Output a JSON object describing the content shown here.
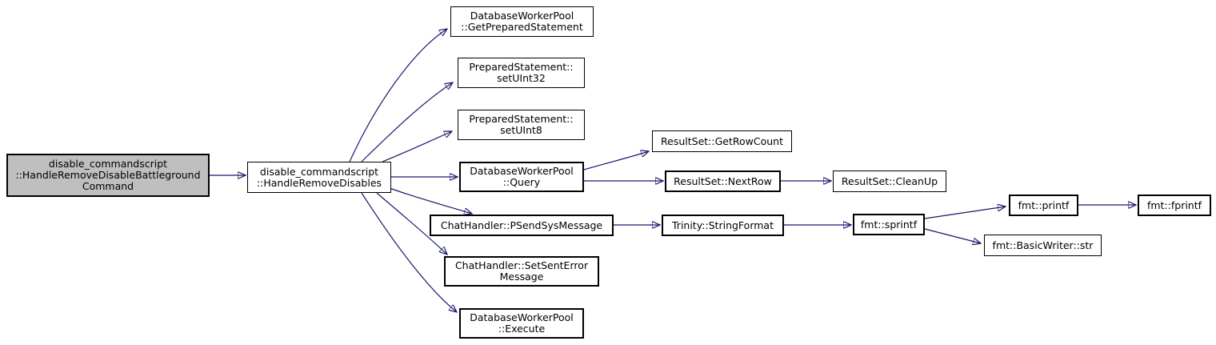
{
  "diagram": {
    "type": "call-graph",
    "colors": {
      "edge": "#191970",
      "node_border": "#000000",
      "node_fill": "#ffffff",
      "root_fill": "#bfbfbf",
      "background": "#ffffff",
      "text": "#000000"
    },
    "nodes": [
      {
        "id": "root",
        "label": "disable_commandscript\n::HandleRemoveDisableBattleground\nCommand"
      },
      {
        "id": "handle-remove-disables",
        "label": "disable_commandscript\n::HandleRemoveDisables"
      },
      {
        "id": "get-prepared-statement",
        "label": "DatabaseWorkerPool\n::GetPreparedStatement"
      },
      {
        "id": "set-uint32",
        "label": "PreparedStatement::\nsetUInt32"
      },
      {
        "id": "set-uint8",
        "label": "PreparedStatement::\nsetUInt8"
      },
      {
        "id": "query",
        "label": "DatabaseWorkerPool\n::Query"
      },
      {
        "id": "psend-sys-message",
        "label": "ChatHandler::PSendSysMessage"
      },
      {
        "id": "set-sent-error-message",
        "label": "ChatHandler::SetSentError\nMessage"
      },
      {
        "id": "execute",
        "label": "DatabaseWorkerPool\n::Execute"
      },
      {
        "id": "get-row-count",
        "label": "ResultSet::GetRowCount"
      },
      {
        "id": "next-row",
        "label": "ResultSet::NextRow"
      },
      {
        "id": "string-format",
        "label": "Trinity::StringFormat"
      },
      {
        "id": "clean-up",
        "label": "ResultSet::CleanUp"
      },
      {
        "id": "sprintf",
        "label": "fmt::sprintf"
      },
      {
        "id": "printf",
        "label": "fmt::printf"
      },
      {
        "id": "basic-writer-str",
        "label": "fmt::BasicWriter::str"
      },
      {
        "id": "fprintf",
        "label": "fmt::fprintf"
      }
    ],
    "edges": [
      {
        "from": "root",
        "to": "handle-remove-disables"
      },
      {
        "from": "handle-remove-disables",
        "to": "get-prepared-statement"
      },
      {
        "from": "handle-remove-disables",
        "to": "set-uint32"
      },
      {
        "from": "handle-remove-disables",
        "to": "set-uint8"
      },
      {
        "from": "handle-remove-disables",
        "to": "query"
      },
      {
        "from": "handle-remove-disables",
        "to": "psend-sys-message"
      },
      {
        "from": "handle-remove-disables",
        "to": "set-sent-error-message"
      },
      {
        "from": "handle-remove-disables",
        "to": "execute"
      },
      {
        "from": "query",
        "to": "get-row-count"
      },
      {
        "from": "query",
        "to": "next-row"
      },
      {
        "from": "next-row",
        "to": "clean-up"
      },
      {
        "from": "psend-sys-message",
        "to": "string-format"
      },
      {
        "from": "string-format",
        "to": "sprintf"
      },
      {
        "from": "sprintf",
        "to": "printf"
      },
      {
        "from": "sprintf",
        "to": "basic-writer-str"
      },
      {
        "from": "printf",
        "to": "fprintf"
      }
    ]
  }
}
